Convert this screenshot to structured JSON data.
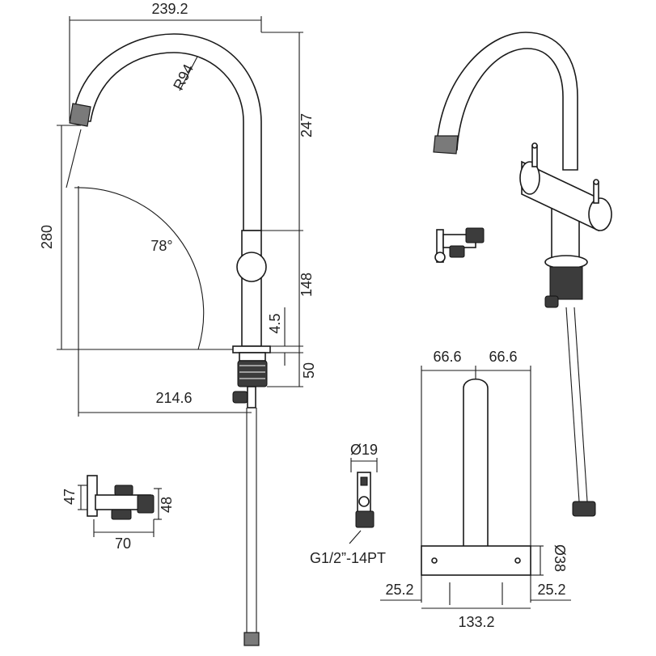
{
  "drawing": {
    "dims": {
      "top_width": "239.2",
      "radius": "R94",
      "spout_height": "247",
      "total_height": "280",
      "angle": "78°",
      "body_height": "148",
      "base_thickness": "4.5",
      "shank_length": "50",
      "reach": "214.6",
      "valve_width": "70",
      "valve_height_left": "47",
      "valve_height_right": "48",
      "connector_diameter": "Ø19",
      "thread": "G1/2”-14PT",
      "half_width_left": "66.6",
      "half_width_right": "66.6",
      "base_diameter": "Ø38",
      "offset_left": "25.2",
      "offset_right": "25.2",
      "overall_width": "133.2"
    }
  }
}
